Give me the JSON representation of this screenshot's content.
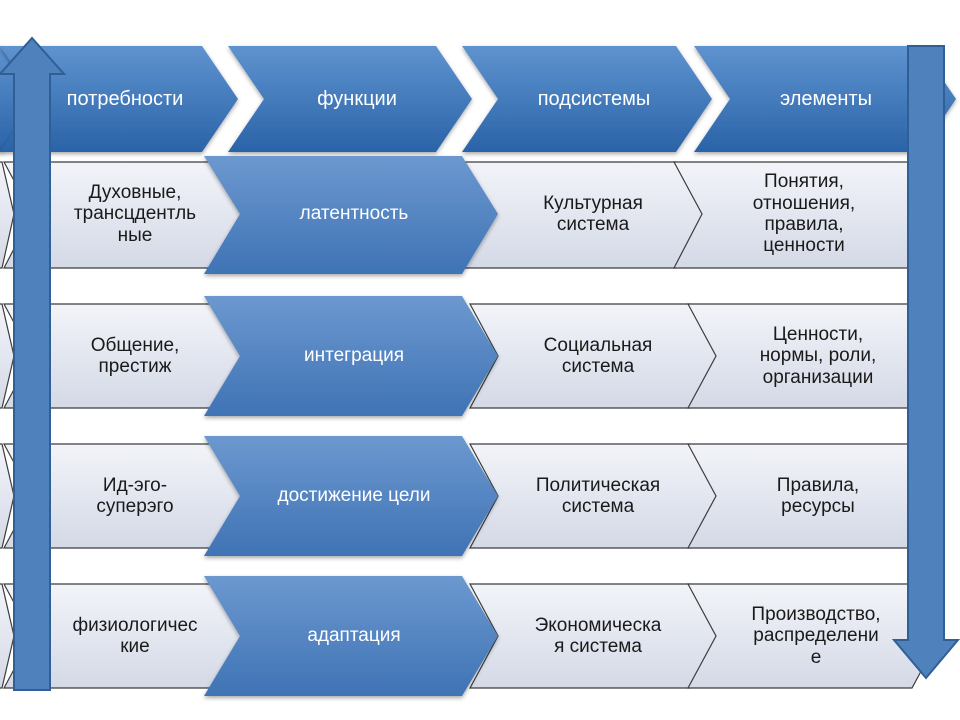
{
  "headers": [
    "потребности",
    "функции",
    "подсистемы",
    "элементы"
  ],
  "rows": [
    {
      "needs": "Духовные,\nтрансцдентль\nные",
      "function": "латентность",
      "subsystem": "Культурная\nсистема",
      "elements": "Понятия,\nотношения,\nправила,\nценности"
    },
    {
      "needs": "Общение,\nпрестиж",
      "function": "интеграция",
      "subsystem": "Социальная\nсистема",
      "elements": "Ценности,\nнормы, роли,\nорганизации"
    },
    {
      "needs": "Ид-эго-\nсуперэго",
      "function": "достижение цели",
      "subsystem": "Политическая\nсистема",
      "elements": "Правила,\nресурсы"
    },
    {
      "needs": "физиологичес\nкие",
      "function": "адаптация",
      "subsystem": "Экономическа\nя система",
      "elements": "Производство,\nраспределени\nе"
    }
  ],
  "colors": {
    "header_fill_top": "#5f93cf",
    "header_fill_bottom": "#2a63a8",
    "function_fill_top": "#6c98cf",
    "function_fill_bottom": "#3f73b5",
    "light_fill_top": "#f2f4f9",
    "light_fill_bottom": "#d4d9e6",
    "arrow_fill": "#4f81bd",
    "arrow_stroke": "#2f5f94"
  },
  "arrows": {
    "left": "up-arrow-icon",
    "right": "down-arrow-icon"
  }
}
